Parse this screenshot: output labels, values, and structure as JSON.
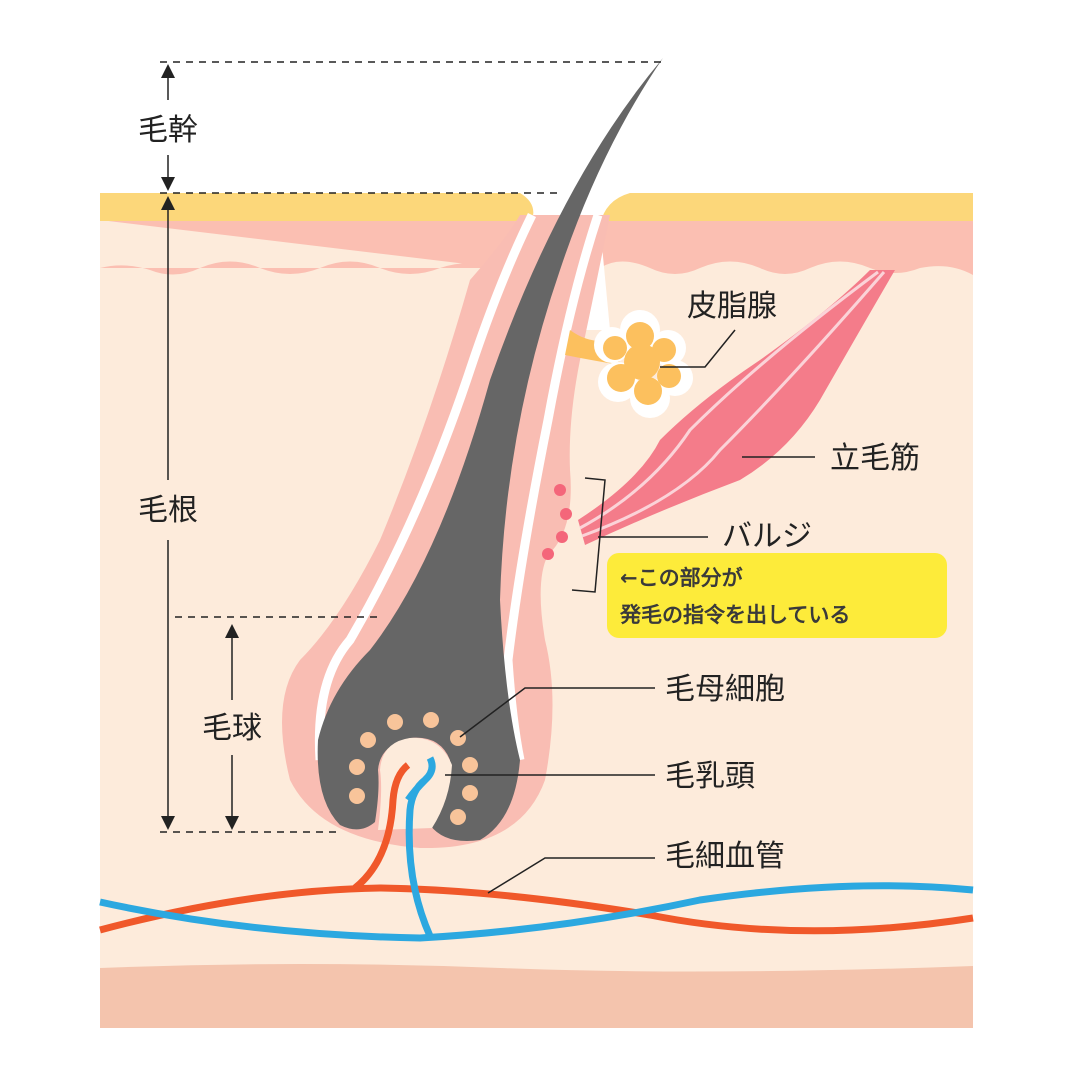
{
  "labels": {
    "hair_shaft": "毛幹",
    "hair_root": "毛根",
    "hair_bulb": "毛球",
    "sebaceous_gland": "皮脂腺",
    "arrector_pili": "立毛筋",
    "bulge": "バルジ",
    "hair_matrix_cells": "毛母細胞",
    "dermal_papilla": "毛乳頭",
    "capillaries": "毛細血管"
  },
  "callout": {
    "line1": "←この部分が",
    "line2": "発毛の指令を出している"
  },
  "colors": {
    "epidermis": "#fcd77a",
    "dermis_top": "#fbbfb2",
    "dermis": "#fdebdb",
    "subcutis": "#f4c4ad",
    "hair": "#666666",
    "sheath": "#f9bdb3",
    "gland": "#fcc05e",
    "muscle": "#f47c8a",
    "artery": "#f0582a",
    "vein": "#2ca8e0",
    "callout_bg": "#fdeb3a"
  }
}
